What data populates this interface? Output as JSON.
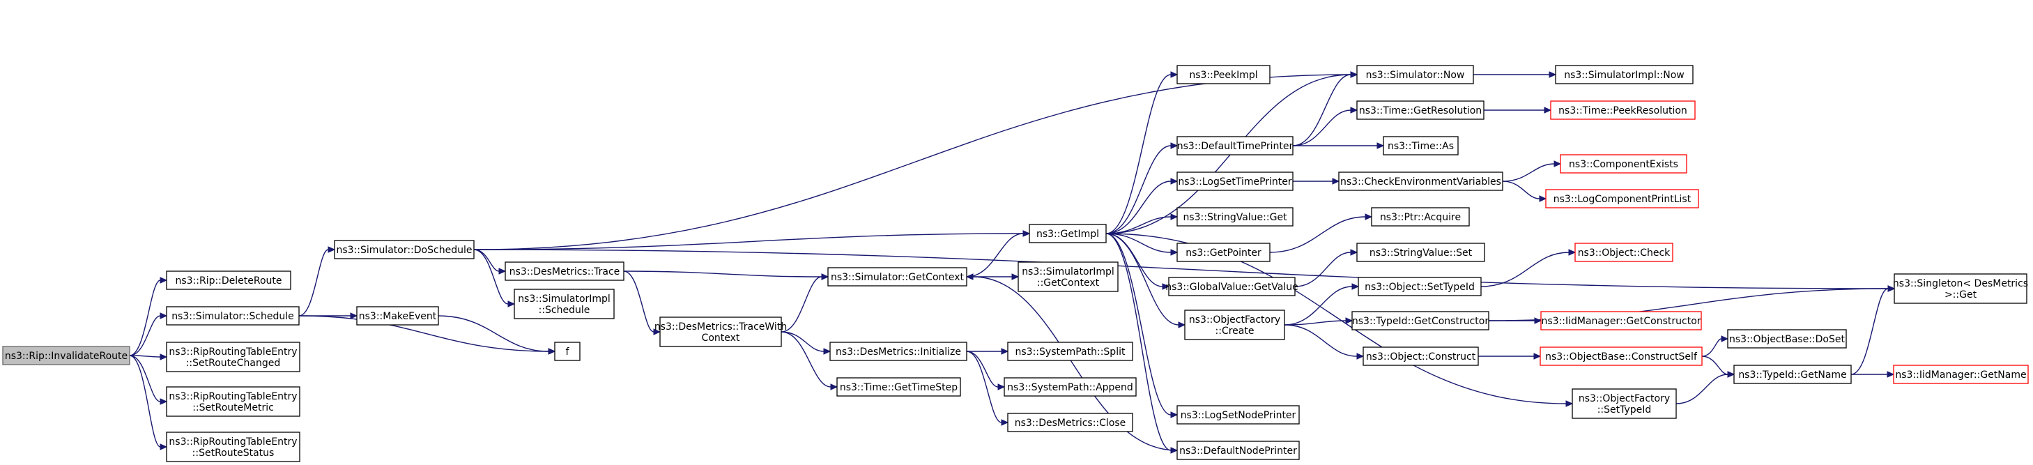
{
  "diagram": {
    "title": "",
    "colors": {
      "edge": "#191970",
      "node_border": "#000000",
      "truncated_border": "#ff0000",
      "root_fill": "#bfbfbf",
      "root_border": "#666666"
    },
    "nodes": [
      {
        "id": "invalidate",
        "lines": [
          "ns3::Rip::InvalidateRoute"
        ],
        "kind": "root"
      },
      {
        "id": "deleteroute",
        "lines": [
          "ns3::Rip::DeleteRoute"
        ]
      },
      {
        "id": "schedule",
        "lines": [
          "ns3::Simulator::Schedule"
        ]
      },
      {
        "id": "setroutechanged",
        "lines": [
          "ns3::RipRoutingTableEntry",
          "::SetRouteChanged"
        ]
      },
      {
        "id": "setroutemetric",
        "lines": [
          "ns3::RipRoutingTableEntry",
          "::SetRouteMetric"
        ]
      },
      {
        "id": "setroutestatus",
        "lines": [
          "ns3::RipRoutingTableEntry",
          "::SetRouteStatus"
        ]
      },
      {
        "id": "doschedule",
        "lines": [
          "ns3::Simulator::DoSchedule"
        ]
      },
      {
        "id": "makeevent",
        "lines": [
          "ns3::MakeEvent"
        ]
      },
      {
        "id": "f",
        "lines": [
          "f"
        ]
      },
      {
        "id": "desmetrics_trace",
        "lines": [
          "ns3::DesMetrics::Trace"
        ]
      },
      {
        "id": "simimpl_schedule",
        "lines": [
          "ns3::SimulatorImpl",
          "::Schedule"
        ]
      },
      {
        "id": "tracewithcontext",
        "lines": [
          "ns3::DesMetrics::TraceWith",
          "Context"
        ]
      },
      {
        "id": "getcontext",
        "lines": [
          "ns3::Simulator::GetContext"
        ]
      },
      {
        "id": "desmetrics_init",
        "lines": [
          "ns3::DesMetrics::Initialize"
        ]
      },
      {
        "id": "gettimestep",
        "lines": [
          "ns3::Time::GetTimeStep"
        ]
      },
      {
        "id": "getimpl",
        "lines": [
          "ns3::GetImpl"
        ]
      },
      {
        "id": "simimpl_getcontext",
        "lines": [
          "ns3::SimulatorImpl",
          "::GetContext"
        ]
      },
      {
        "id": "split",
        "lines": [
          "ns3::SystemPath::Split"
        ]
      },
      {
        "id": "append",
        "lines": [
          "ns3::SystemPath::Append"
        ]
      },
      {
        "id": "close",
        "lines": [
          "ns3::DesMetrics::Close"
        ]
      },
      {
        "id": "peekimpl",
        "lines": [
          "ns3::PeekImpl"
        ]
      },
      {
        "id": "defaulttimeprinter",
        "lines": [
          "ns3::DefaultTimePrinter"
        ]
      },
      {
        "id": "logsettimeprinter",
        "lines": [
          "ns3::LogSetTimePrinter"
        ]
      },
      {
        "id": "stringvalue_get",
        "lines": [
          "ns3::StringValue::Get"
        ]
      },
      {
        "id": "getpointer",
        "lines": [
          "ns3::GetPointer"
        ]
      },
      {
        "id": "globalvalue_getvalue",
        "lines": [
          "ns3::GlobalValue::GetValue"
        ]
      },
      {
        "id": "objectfactory_create",
        "lines": [
          "ns3::ObjectFactory",
          "::Create"
        ]
      },
      {
        "id": "logsetnodeprinter",
        "lines": [
          "ns3::LogSetNodePrinter"
        ]
      },
      {
        "id": "defaultnodeprinter",
        "lines": [
          "ns3::DefaultNodePrinter"
        ]
      },
      {
        "id": "simulator_now",
        "lines": [
          "ns3::Simulator::Now"
        ]
      },
      {
        "id": "simimpl_now",
        "lines": [
          "ns3::SimulatorImpl::Now"
        ]
      },
      {
        "id": "getresolution",
        "lines": [
          "ns3::Time::GetResolution"
        ]
      },
      {
        "id": "peekresolution",
        "lines": [
          "ns3::Time::PeekResolution"
        ],
        "kind": "truncated"
      },
      {
        "id": "time_as",
        "lines": [
          "ns3::Time::As"
        ]
      },
      {
        "id": "checkenv",
        "lines": [
          "ns3::CheckEnvironmentVariables"
        ]
      },
      {
        "id": "componentexists",
        "lines": [
          "ns3::ComponentExists"
        ],
        "kind": "truncated"
      },
      {
        "id": "logcomponentprintlist",
        "lines": [
          "ns3::LogComponentPrintList"
        ],
        "kind": "truncated"
      },
      {
        "id": "ptr_acquire",
        "lines": [
          "ns3::Ptr::Acquire"
        ]
      },
      {
        "id": "stringvalue_set",
        "lines": [
          "ns3::StringValue::Set"
        ]
      },
      {
        "id": "object_settypeid",
        "lines": [
          "ns3::Object::SetTypeId"
        ]
      },
      {
        "id": "object_check",
        "lines": [
          "ns3::Object::Check"
        ],
        "kind": "truncated"
      },
      {
        "id": "typeid_getconstructor",
        "lines": [
          "ns3::TypeId::GetConstructor"
        ]
      },
      {
        "id": "iidmanager_getconstructor",
        "lines": [
          "ns3::IidManager::GetConstructor"
        ],
        "kind": "truncated"
      },
      {
        "id": "object_construct",
        "lines": [
          "ns3::Object::Construct"
        ]
      },
      {
        "id": "objectbase_constructself",
        "lines": [
          "ns3::ObjectBase::ConstructSelf"
        ],
        "kind": "truncated"
      },
      {
        "id": "objectbase_doset",
        "lines": [
          "ns3::ObjectBase::DoSet"
        ]
      },
      {
        "id": "objectfactory_settypeid",
        "lines": [
          "ns3::ObjectFactory",
          "::SetTypeId"
        ]
      },
      {
        "id": "typeid_getname",
        "lines": [
          "ns3::TypeId::GetName"
        ]
      },
      {
        "id": "iidmanager_getname",
        "lines": [
          "ns3::IidManager::GetName"
        ],
        "kind": "truncated"
      },
      {
        "id": "singleton_get",
        "lines": [
          "ns3::Singleton< DesMetrics",
          " >::Get"
        ]
      }
    ],
    "edges": [
      [
        "invalidate",
        "deleteroute"
      ],
      [
        "invalidate",
        "schedule"
      ],
      [
        "invalidate",
        "setroutechanged"
      ],
      [
        "invalidate",
        "setroutemetric"
      ],
      [
        "invalidate",
        "setroutestatus"
      ],
      [
        "schedule",
        "doschedule"
      ],
      [
        "schedule",
        "makeevent"
      ],
      [
        "schedule",
        "f"
      ],
      [
        "makeevent",
        "f"
      ],
      [
        "doschedule",
        "simulator_now"
      ],
      [
        "doschedule",
        "singleton_get"
      ],
      [
        "doschedule",
        "getimpl"
      ],
      [
        "doschedule",
        "desmetrics_trace"
      ],
      [
        "doschedule",
        "simimpl_schedule"
      ],
      [
        "desmetrics_trace",
        "getcontext"
      ],
      [
        "desmetrics_trace",
        "tracewithcontext"
      ],
      [
        "tracewithcontext",
        "getcontext"
      ],
      [
        "tracewithcontext",
        "desmetrics_init"
      ],
      [
        "tracewithcontext",
        "gettimestep"
      ],
      [
        "getcontext",
        "getimpl"
      ],
      [
        "getcontext",
        "simimpl_getcontext"
      ],
      [
        "desmetrics_init",
        "split"
      ],
      [
        "desmetrics_init",
        "append"
      ],
      [
        "desmetrics_init",
        "close"
      ],
      [
        "getimpl",
        "peekimpl"
      ],
      [
        "getimpl",
        "simulator_now"
      ],
      [
        "getimpl",
        "defaulttimeprinter"
      ],
      [
        "getimpl",
        "logsettimeprinter"
      ],
      [
        "getimpl",
        "stringvalue_get"
      ],
      [
        "getimpl",
        "getpointer"
      ],
      [
        "getimpl",
        "globalvalue_getvalue"
      ],
      [
        "getimpl",
        "objectfactory_create"
      ],
      [
        "getimpl",
        "objectfactory_settypeid"
      ],
      [
        "getimpl",
        "logsetnodeprinter"
      ],
      [
        "getimpl",
        "defaultnodeprinter"
      ],
      [
        "defaultnodeprinter",
        "getcontext"
      ],
      [
        "simulator_now",
        "simimpl_now"
      ],
      [
        "defaulttimeprinter",
        "simulator_now"
      ],
      [
        "defaulttimeprinter",
        "getresolution"
      ],
      [
        "defaulttimeprinter",
        "time_as"
      ],
      [
        "getresolution",
        "peekresolution"
      ],
      [
        "logsettimeprinter",
        "checkenv"
      ],
      [
        "checkenv",
        "componentexists"
      ],
      [
        "checkenv",
        "logcomponentprintlist"
      ],
      [
        "getpointer",
        "ptr_acquire"
      ],
      [
        "globalvalue_getvalue",
        "stringvalue_set"
      ],
      [
        "objectfactory_create",
        "object_settypeid"
      ],
      [
        "objectfactory_create",
        "typeid_getconstructor"
      ],
      [
        "objectfactory_create",
        "object_construct"
      ],
      [
        "object_settypeid",
        "object_check"
      ],
      [
        "typeid_getconstructor",
        "singleton_get"
      ],
      [
        "typeid_getconstructor",
        "iidmanager_getconstructor"
      ],
      [
        "object_construct",
        "objectbase_constructself"
      ],
      [
        "objectbase_constructself",
        "objectbase_doset"
      ],
      [
        "objectbase_constructself",
        "typeid_getname"
      ],
      [
        "objectfactory_settypeid",
        "typeid_getname"
      ],
      [
        "typeid_getname",
        "singleton_get"
      ],
      [
        "typeid_getname",
        "iidmanager_getname"
      ]
    ]
  }
}
